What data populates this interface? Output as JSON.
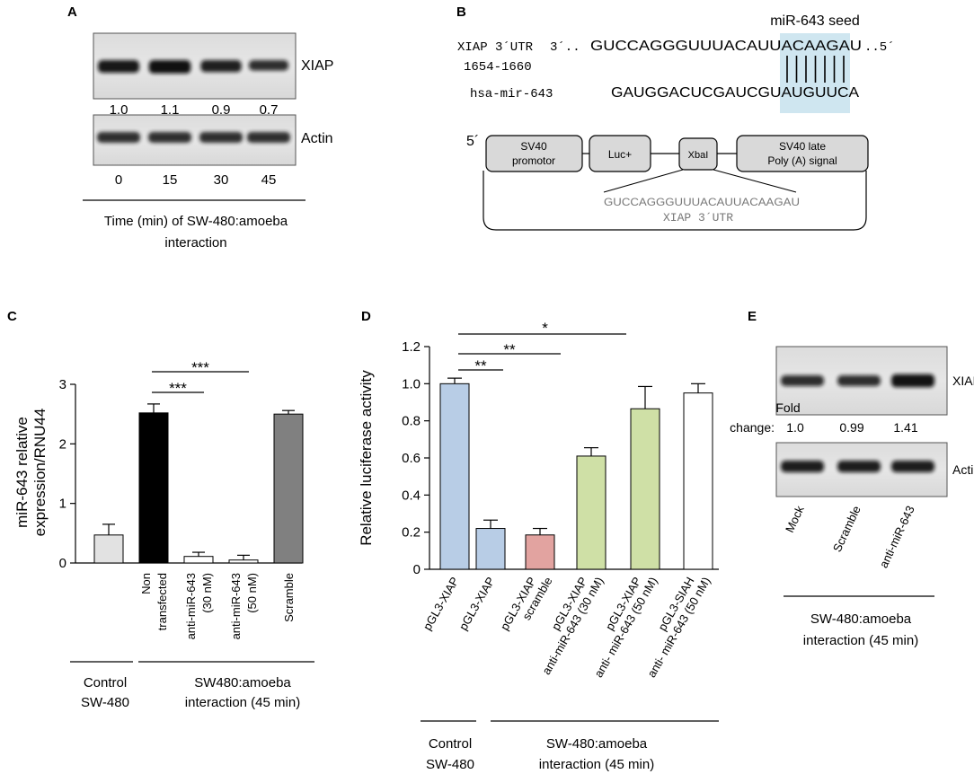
{
  "panelA": {
    "letter": "A",
    "xiap_label": "XIAP",
    "actin_label": "Actin",
    "fold_values": [
      "1.0",
      "1.1",
      "0.9",
      "0.7"
    ],
    "band_intensity_xiap": [
      1.0,
      1.1,
      0.9,
      0.7
    ],
    "time_points": [
      "0",
      "15",
      "30",
      "45"
    ],
    "caption_line1": "Time (min) of SW-480:amoeba",
    "caption_line2": "interaction"
  },
  "panelB": {
    "letter": "B",
    "seed_label": "miR-643 seed",
    "utr_label": "XIAP 3´UTR",
    "utr_prime_left": "3´..",
    "utr_sequence": "GUCCAGGGUUUACAUUACAAGAU",
    "utr_prime_right": "..5´",
    "position": "1654-1660",
    "mir_label": "hsa-mir-643",
    "mir_sequence": "GAUGGACUCGAUCGUAUGUUCA",
    "five_prime": "5´",
    "box_sv40_line1": "SV40",
    "box_sv40_line2": "promotor",
    "box_luc": "Luc+",
    "box_xbai": "XbaI",
    "box_late_line1": "SV40 late",
    "box_late_line2": "Poly (A) signal",
    "insert_sequence": "GUCCAGGGUUUACAUUACAAGAU",
    "insert_label": "XIAP 3´UTR",
    "highlight_color": "#cfe6f0"
  },
  "panelC": {
    "letter": "C",
    "chart_data": {
      "type": "bar",
      "ylabel_line1": "miR-643 relative",
      "ylabel_line2": "expression/RNU44",
      "ylim": [
        0,
        3
      ],
      "yticks": [
        "0",
        "1",
        "2",
        "3"
      ],
      "categories": [
        "",
        "Non transfected",
        "anti-miR-643 (30 nM)",
        "anti-miR-643 (50 nM)",
        "Scramble"
      ],
      "values": [
        0.47,
        2.52,
        0.11,
        0.05,
        2.5
      ],
      "errors": [
        0.18,
        0.15,
        0.07,
        0.08,
        0.06
      ],
      "colors": [
        "#e2e2e2",
        "#000000",
        "#ffffff",
        "#ffffff",
        "#808080"
      ],
      "significance": [
        {
          "from": 1,
          "to": 2,
          "label": "***"
        },
        {
          "from": 1,
          "to": 3,
          "label": "***"
        }
      ],
      "group_labels": [
        {
          "line1": "Control",
          "line2": "SW-480"
        },
        {
          "line1": "SW480:amoeba",
          "line2": "interaction (45 min)"
        }
      ]
    },
    "tick_labels_display": [
      [
        "Non",
        "transfected"
      ],
      [
        "anti-miR-643",
        "(30 nM)"
      ],
      [
        "anti-miR-643",
        "(50 nM)"
      ],
      [
        "Scramble"
      ]
    ]
  },
  "panelD": {
    "letter": "D",
    "chart_data": {
      "type": "bar",
      "ylabel": "Relative luciferase activity",
      "ylim": [
        0,
        1.2
      ],
      "yticks": [
        "0",
        "0.2",
        "0.4",
        "0.6",
        "0.8",
        "1.0",
        "1.2"
      ],
      "categories": [
        "pGL3-XIAP",
        "pGL3-XIAP",
        "pGL3-XIAP scramble",
        "pGL3-XIAP anti-miR-643 (30 nM)",
        "pGL3-XIAP anti- miR-643 (50 nM)",
        "pGL3-SIAH anti- miR-643 (50 nM)"
      ],
      "values": [
        1.0,
        0.22,
        0.185,
        0.61,
        0.865,
        0.95
      ],
      "errors": [
        0.03,
        0.045,
        0.035,
        0.045,
        0.12,
        0.05
      ],
      "colors": [
        "#b8cde6",
        "#b8cde6",
        "#e2a3a0",
        "#cfe0a6",
        "#cfe0a6",
        "#ffffff"
      ],
      "significance": [
        {
          "from": 0,
          "to": 1,
          "label": "**"
        },
        {
          "from": 0,
          "to": 2,
          "label": "**"
        },
        {
          "from": 0,
          "to": 3,
          "label": "*"
        }
      ],
      "group_labels": [
        {
          "line1": "Control",
          "line2": "SW-480"
        },
        {
          "line1": "SW-480:amoeba",
          "line2": "interaction (45 min)"
        }
      ]
    },
    "tick_labels_display": [
      [
        "pGL3-XIAP"
      ],
      [
        "pGL3-XIAP"
      ],
      [
        "pGL3-XIAP",
        "scramble"
      ],
      [
        "pGL3-XIAP",
        "anti-miR-643 (30 nM)"
      ],
      [
        "pGL3-XIAP",
        "anti- miR-643 (50 nM)"
      ],
      [
        "pGL3-SIAH",
        "anti- miR-643 (50 nM)"
      ]
    ]
  },
  "panelE": {
    "letter": "E",
    "xiap_label": "XIAP",
    "actin_label": "Actin",
    "fold_label_line1": "Fold",
    "fold_label_line2": "change:",
    "fold_values": [
      "1.0",
      "0.99",
      "1.41"
    ],
    "band_intensity_xiap": [
      1.0,
      0.99,
      1.41
    ],
    "lanes": [
      "Mock",
      "Scramble",
      "anti-miR-643"
    ],
    "caption_line1": "SW-480:amoeba",
    "caption_line2": "interaction (45 min)"
  }
}
